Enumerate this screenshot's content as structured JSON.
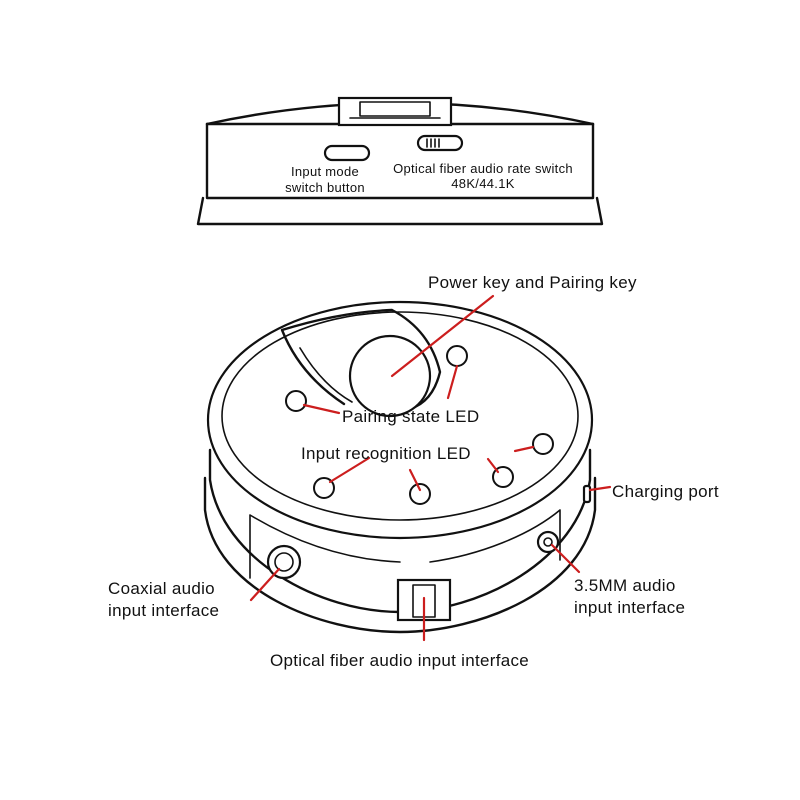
{
  "top_view": {
    "input_mode_label": [
      "Input mode",
      "switch button"
    ],
    "optical_rate_label": [
      "Optical fiber audio rate switch",
      "48K/44.1K"
    ]
  },
  "main_view": {
    "power_key_label": "Power key and Pairing key",
    "pairing_led_label": "Pairing state LED",
    "input_led_label": "Input recognition LED",
    "charging_port_label": "Charging port",
    "coaxial_label": [
      "Coaxial audio",
      "input interface"
    ],
    "aux_label": [
      "3.5MM audio",
      "input interface"
    ],
    "optical_input_label": "Optical fiber audio input interface"
  },
  "colors": {
    "leader": "#cc1e1e",
    "line": "#111111",
    "background": "#ffffff"
  }
}
